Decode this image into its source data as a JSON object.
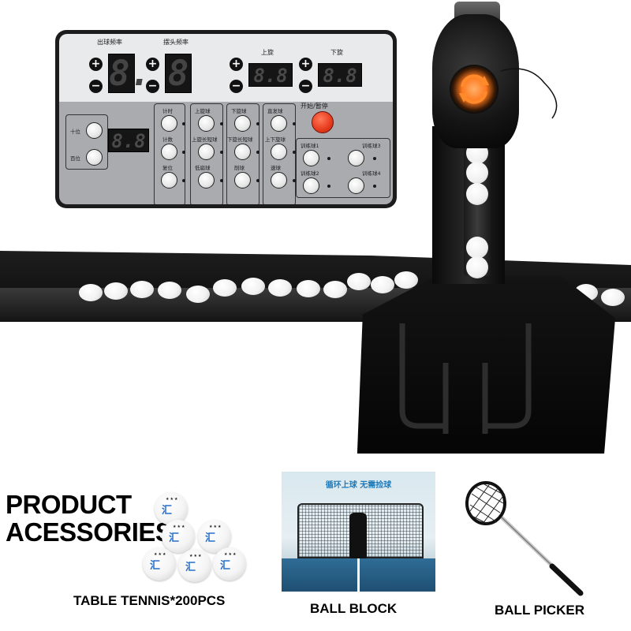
{
  "panel": {
    "labels": {
      "ball_freq": "出球频率",
      "swing_freq": "摆头频率",
      "topspin": "上旋",
      "backspin": "下旋",
      "start_pause": "开始/暂停",
      "tens": "十位",
      "hundreds": "百位"
    },
    "displays": {
      "ball_freq": "8.",
      "swing_freq": "8",
      "topspin": "8.8",
      "backspin": "8.8",
      "counter": "8.8"
    },
    "buttons": {
      "timer": "计时",
      "count": "计数",
      "reset": "复位",
      "top_spin": "上旋球",
      "top_long": "上旋长短球",
      "drive": "低扁球",
      "back_spin": "下旋球",
      "back_long": "下旋长短球",
      "chop": "削球",
      "straight": "直发球",
      "top_back": "上下旋球",
      "rapid": "速球",
      "drill1": "训练球1",
      "drill2": "训练球2",
      "drill3": "训练球3",
      "drill4": "训练球4"
    },
    "symbols": {
      "plus": "+",
      "minus": "−"
    }
  },
  "accessories": {
    "title_line1": "PRODUCT",
    "title_line2": "ACESSORIES",
    "balls_caption": "TABLE TENNIS*200PCS",
    "block_caption": "BALL BLOCK",
    "block_photo_text": "循环上球  无需捡球",
    "picker_caption": "BALL PICKER",
    "ball_logo": "汇"
  },
  "colors": {
    "panel_top": "#e9eaec",
    "panel_bottom": "#a9abae",
    "start_button": "#e63a1c",
    "spin_ring": "#ff7a20",
    "net_blue": "#1f7ab8",
    "table_blue": "#2f6d96"
  }
}
